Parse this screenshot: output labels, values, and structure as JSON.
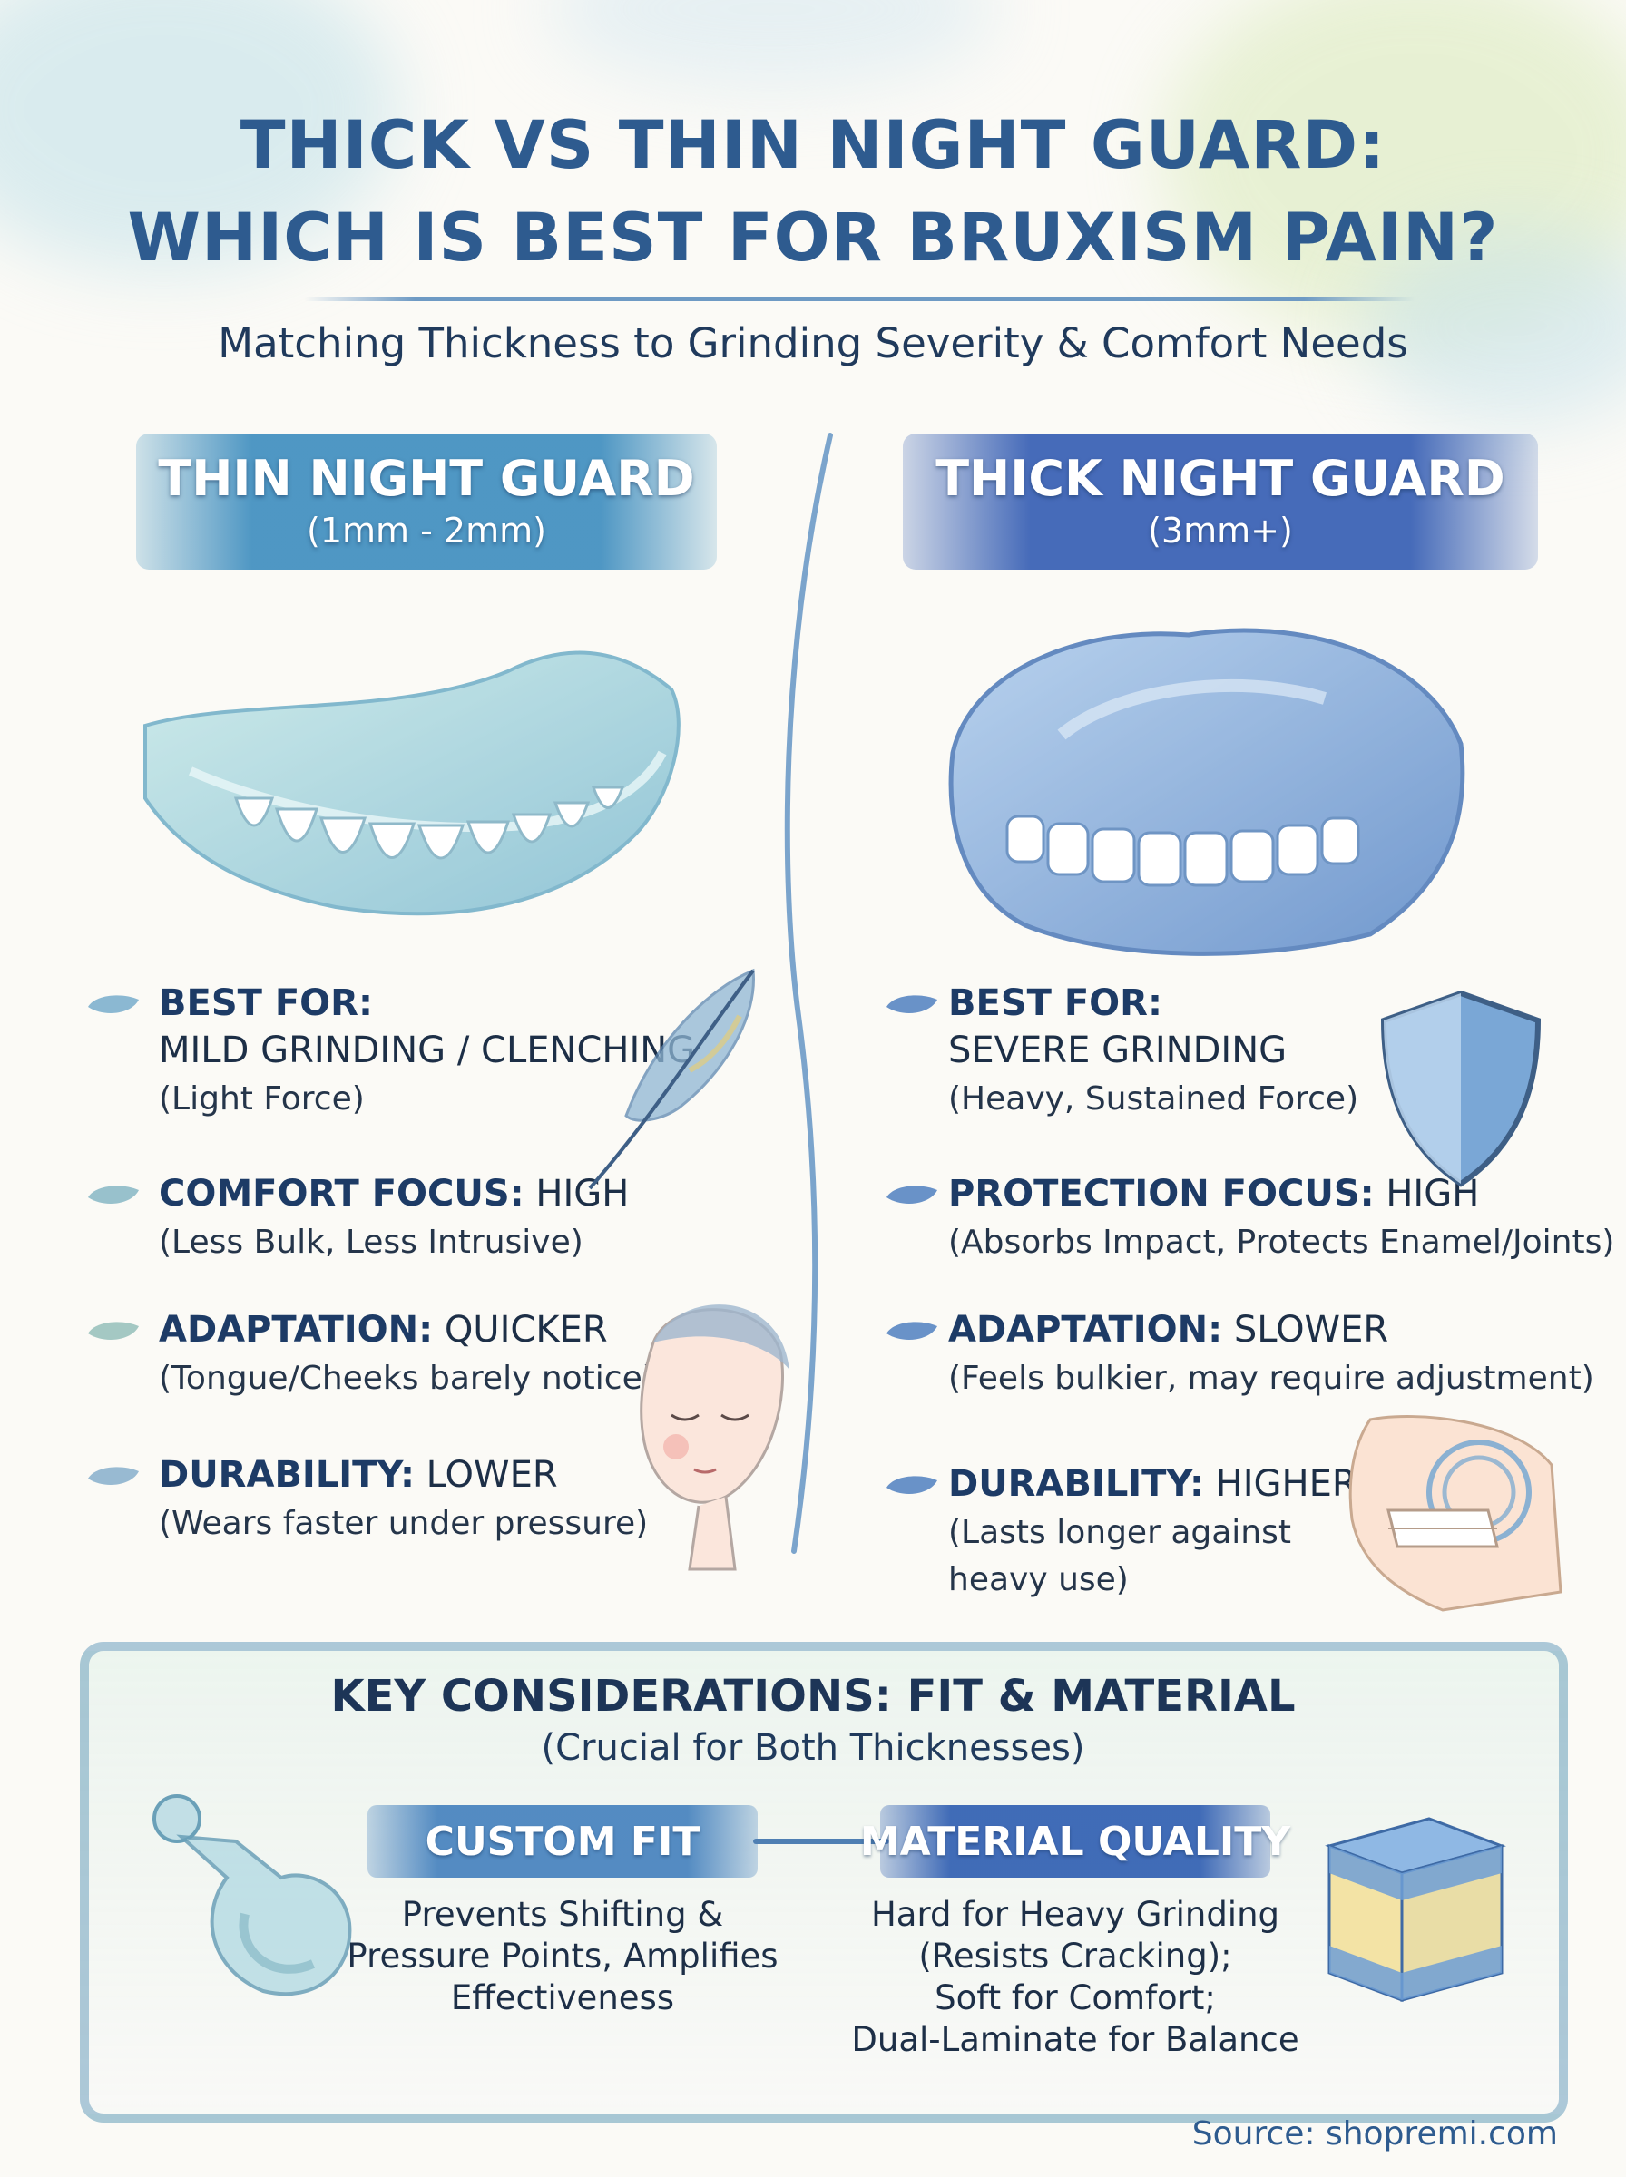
{
  "header": {
    "title_line1": "THICK VS THIN NIGHT GUARD:",
    "title_line2": "WHICH IS BEST FOR BRUXISM PAIN?",
    "subtitle": "Matching Thickness to Grinding Severity & Comfort Needs"
  },
  "thin": {
    "heading": "THIN NIGHT GUARD",
    "range": "(1mm - 2mm)",
    "items": [
      {
        "label": "BEST FOR:",
        "value": "",
        "line2": "MILD GRINDING / CLENCHING",
        "note": "(Light Force)"
      },
      {
        "label": "COMFORT FOCUS:",
        "value": " HIGH",
        "note": "(Less Bulk, Less Intrusive)"
      },
      {
        "label": "ADAPTATION:",
        "value": " QUICKER",
        "note": "(Tongue/Cheeks barely notice)"
      },
      {
        "label": "DURABILITY:",
        "value": " LOWER",
        "note": "(Wears faster under pressure)"
      }
    ]
  },
  "thick": {
    "heading": "THICK NIGHT GUARD",
    "range": "(3mm+)",
    "items": [
      {
        "label": "BEST FOR:",
        "value": "",
        "line2": "SEVERE GRINDING",
        "note": "(Heavy, Sustained Force)"
      },
      {
        "label": "PROTECTION FOCUS:",
        "value": " HIGH",
        "note": "(Absorbs Impact, Protects Enamel/Joints)"
      },
      {
        "label": "ADAPTATION:",
        "value": " SLOWER",
        "note": "(Feels bulkier, may require adjustment)"
      },
      {
        "label": "DURABILITY:",
        "value": " HIGHER",
        "note": "(Lasts longer against",
        "note2": "heavy use)"
      }
    ]
  },
  "considerations": {
    "title": "KEY CONSIDERATIONS: FIT & MATERIAL",
    "subtitle": "(Crucial for Both Thicknesses)",
    "custom_fit": {
      "label": "CUSTOM FIT",
      "lines": [
        "Prevents Shifting &",
        "Pressure Points, Amplifies",
        "Effectiveness"
      ]
    },
    "material": {
      "label": "MATERIAL QUALITY",
      "lines": [
        "Hard for Heavy Grinding",
        "(Resists Cracking);",
        "Soft for Comfort;",
        "Dual-Laminate for Balance"
      ]
    }
  },
  "footer": {
    "source": "Source: shopremi.com"
  },
  "icons": {
    "thin_best": "feather-icon",
    "thin_adapt": "sleeping-face-icon",
    "thick_best": "shield-icon",
    "thick_durability": "jaw-joint-icon",
    "custom_fit": "dental-tray-icon",
    "material": "layered-material-icon"
  },
  "colors": {
    "title": "#2e5b8f",
    "text": "#1d3557",
    "thin_accent": "#3c8cbe",
    "thick_accent": "#375fb4"
  }
}
